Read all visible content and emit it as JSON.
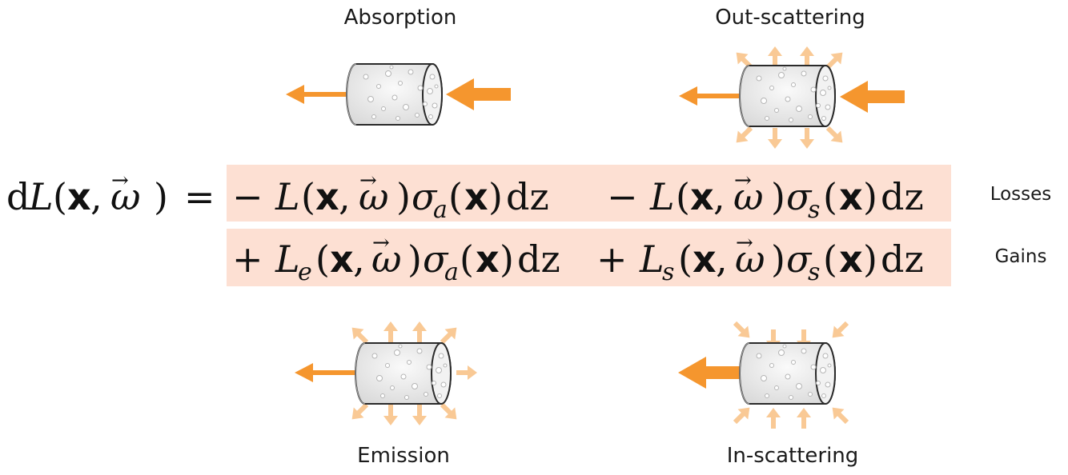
{
  "labels": {
    "absorption": "Absorption",
    "out_scattering": "Out-scattering",
    "emission": "Emission",
    "in_scattering": "In-scattering",
    "losses": "Losses",
    "gains": "Gains"
  },
  "equation": {
    "lhs_d": "d",
    "lhs_L": "L",
    "lparen": "(",
    "rparen": ")",
    "x": "x",
    "comma": ",",
    "omega": "ω",
    "vec_arrow": "→",
    "equals": "=",
    "minus": "−",
    "plus": "+",
    "L": "L",
    "sigma": "σ",
    "sub_a": "a",
    "sub_s": "s",
    "sub_e": "e",
    "dz": "dz"
  },
  "colors": {
    "highlight_band": "#fde0d3",
    "arrow_strong": "#f5962e",
    "arrow_light": "#f9c995",
    "cylinder_fill": "#ececec",
    "cylinder_stroke": "#2a2a2a"
  }
}
